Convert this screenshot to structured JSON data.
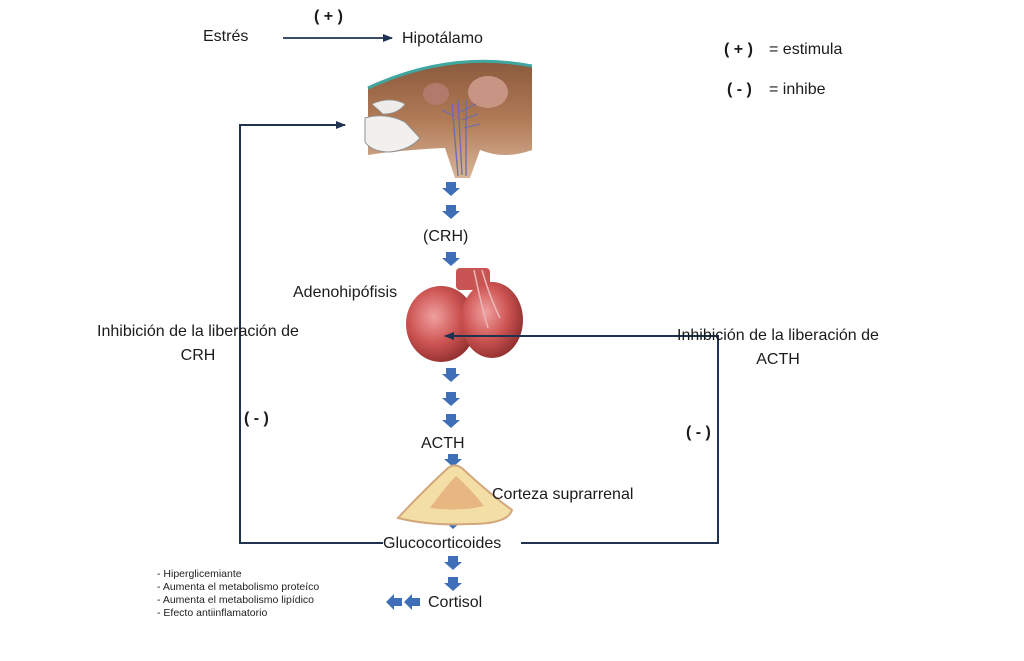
{
  "stress_label": "Estrés",
  "plus_sign": "( + )",
  "hypothalamus_label": "Hipotálamo",
  "legend": {
    "stimulates": {
      "sign": "( + )",
      "text": "= estimula"
    },
    "inhibits": {
      "sign": "( - )",
      "text": "= inhibe"
    }
  },
  "crh_label": "(CRH)",
  "adenohypophysis_label": "Adenohipófisis",
  "left_inhibition": {
    "line1": "Inhibición de la liberación de",
    "line2": "CRH",
    "sign": "( - )"
  },
  "right_inhibition": {
    "line1": "Inhibición de la liberación de",
    "line2": "ACTH",
    "sign": "( - )"
  },
  "acth_label": "ACTH",
  "adrenal_cortex_label": "Corteza suprarrenal",
  "glucocorticoids_label": "Glucocorticoides",
  "cortisol_label": "Cortisol",
  "effects": [
    "- Hiperglicemiante",
    "- Aumenta el metabolismo proteíco",
    "- Aumenta el metabolismo lipídico",
    "- Efecto antiinflamatorio"
  ],
  "colors": {
    "arrow_blue": "#3f6fb8",
    "line_navy": "#1f3350",
    "gland_red": "#c9504f",
    "cortex_yellow": "#f3dfa6"
  }
}
